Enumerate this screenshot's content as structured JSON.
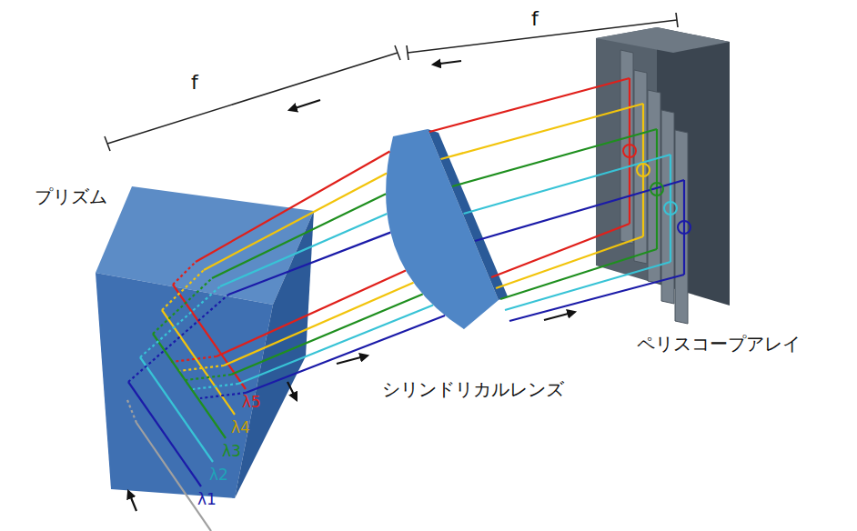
{
  "diagram": {
    "labels": [
      "f",
      "f",
      "プリズム",
      "シリンドリカルレンズ",
      "ペリスコープアレイ",
      "λ5",
      "λ4",
      "λ3",
      "λ2",
      "λ1"
    ]
  }
}
